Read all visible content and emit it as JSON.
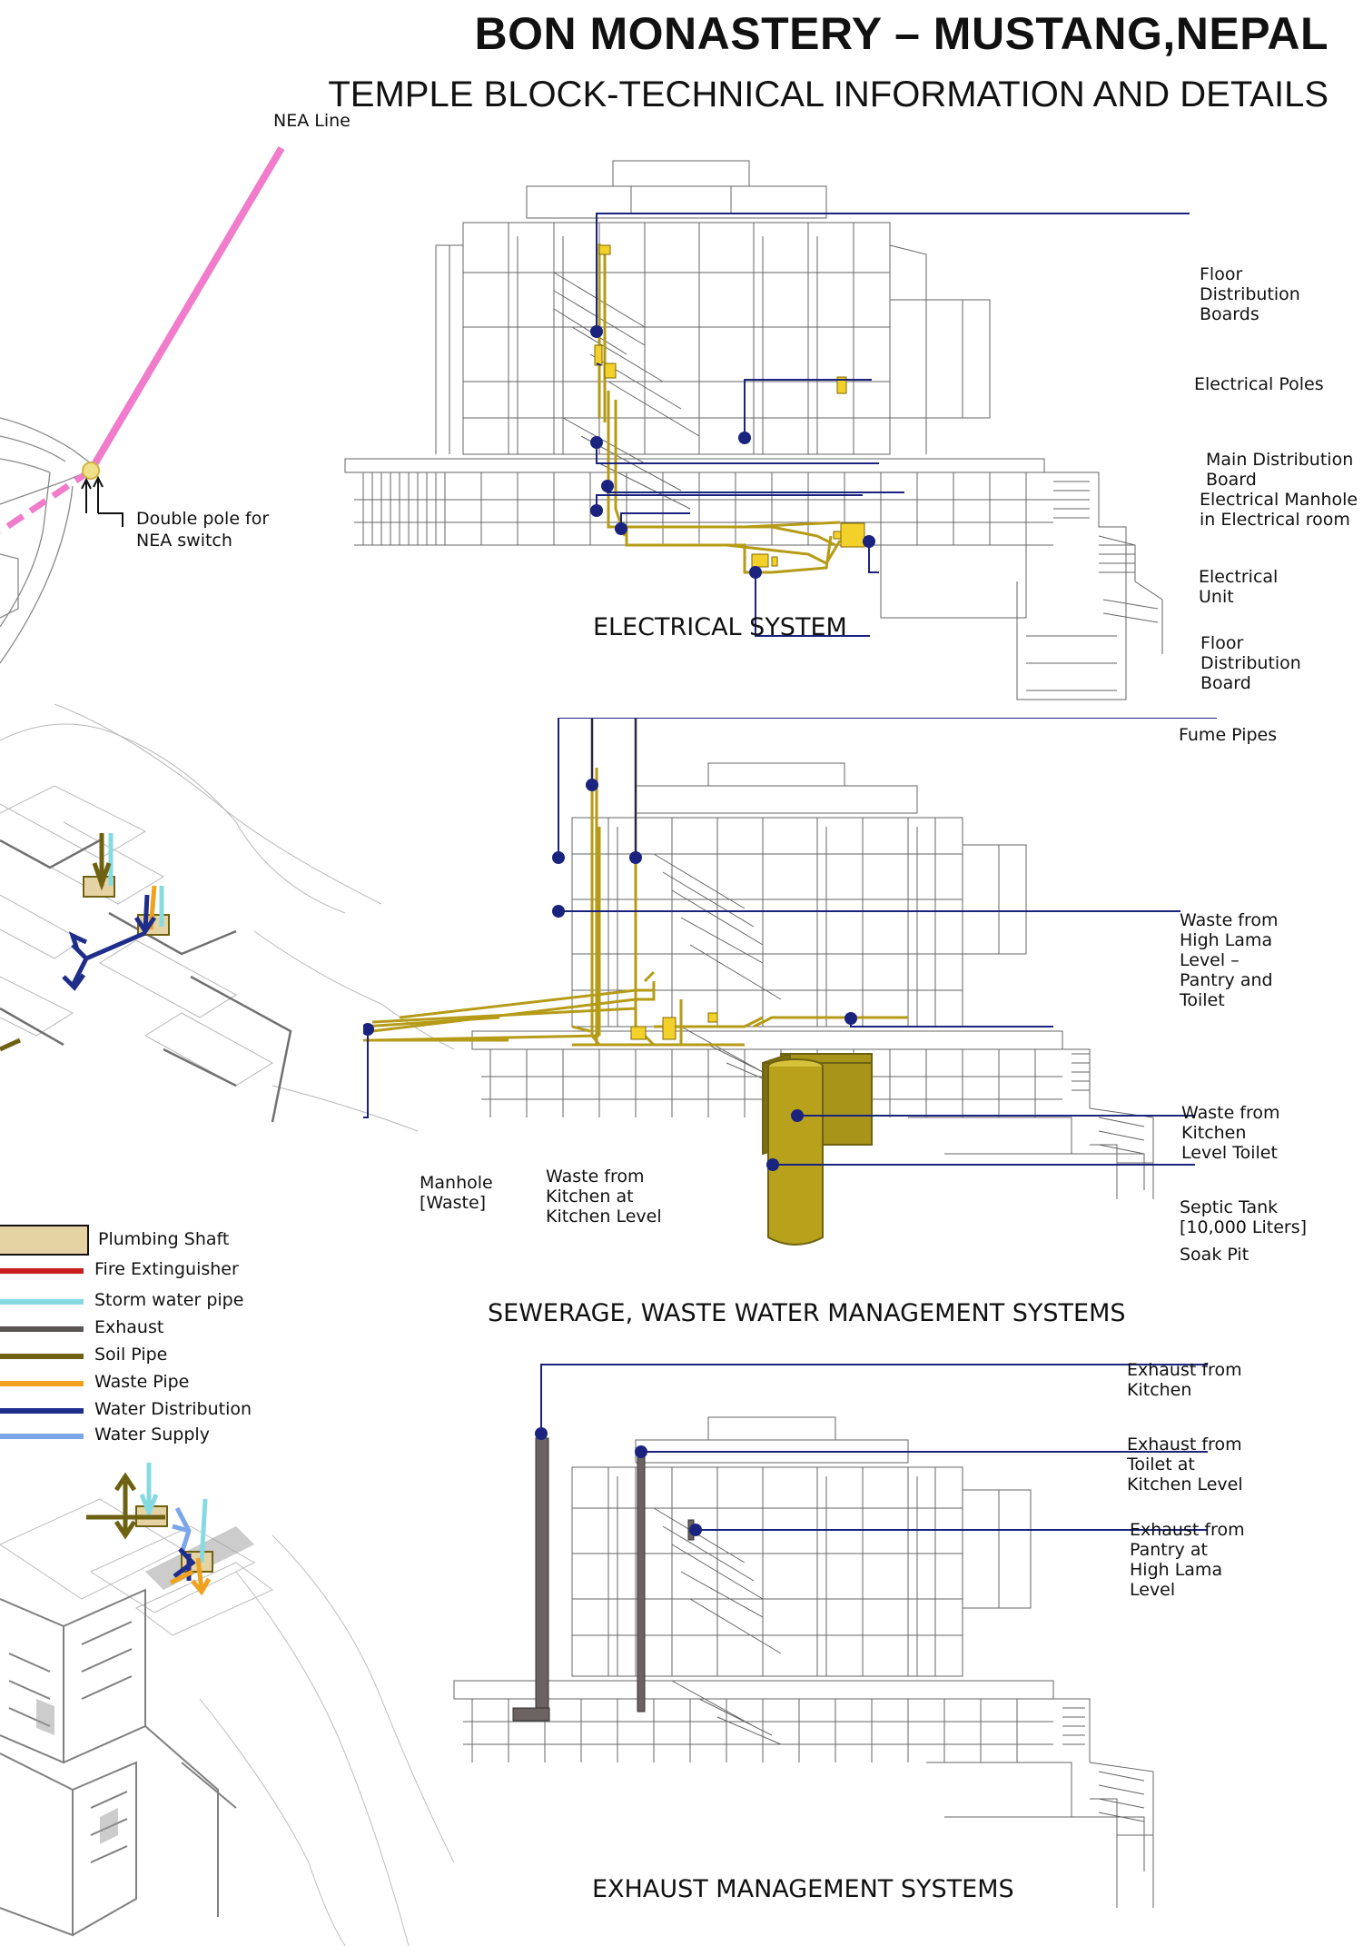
{
  "header": {
    "title": "BON MONASTERY – MUSTANG,NEPAL",
    "subtitle": "TEMPLE BLOCK-TECHNICAL INFORMATION AND DETAILS"
  },
  "site_plan": {
    "nea_line": "NEA Line",
    "double_pole_line1": "Double pole for",
    "double_pole_line2": "NEA switch"
  },
  "electrical": {
    "caption": "ELECTRICAL SYSTEM",
    "callouts": [
      [
        "Floor",
        "Distribution",
        "Boards"
      ],
      [
        "Electrical Poles"
      ],
      [
        "Main Distribution",
        "Board"
      ],
      [
        "Electrical Manhole",
        "in Electrical room"
      ],
      [
        "Electrical",
        "Unit"
      ],
      [
        "Floor",
        "Distribution",
        "Board"
      ]
    ]
  },
  "sewerage": {
    "caption": "SEWERAGE, WASTE WATER MANAGEMENT SYSTEMS",
    "callouts": [
      [
        "Fume Pipes"
      ],
      [
        "Waste from",
        "High Lama",
        "Level –",
        "Pantry and",
        "Toilet"
      ],
      [
        "Waste from",
        "Kitchen",
        "Level Toilet"
      ],
      [
        "Septic Tank",
        "[10,000 Liters]"
      ],
      [
        "Soak Pit"
      ],
      [
        "Manhole",
        "[Waste]"
      ],
      [
        "Waste from",
        "Kitchen at",
        "Kitchen Level"
      ]
    ]
  },
  "exhaust": {
    "caption": "EXHAUST MANAGEMENT SYSTEMS",
    "callouts": [
      [
        "Exhaust from",
        "Kitchen"
      ],
      [
        "Exhaust from",
        "Toilet at",
        "Kitchen Level"
      ],
      [
        "Exhaust from",
        "Pantry at",
        "High Lama",
        "Level"
      ]
    ]
  },
  "legend": {
    "plumbing_shaft": "Plumbing Shaft",
    "plumbing_shaft_color": "#e6d3a3",
    "items": [
      {
        "label": "Fire Extinguisher",
        "color": "#c81e1e"
      },
      {
        "label": "Storm water pipe",
        "color": "#86dbe3"
      },
      {
        "label": "Exhaust",
        "color": "#5b5454"
      },
      {
        "label": "Soil Pipe",
        "color": "#6e6212"
      },
      {
        "label": "Waste Pipe",
        "color": "#f0a21e"
      },
      {
        "label": "Water Distribution",
        "color": "#1f2e8a"
      },
      {
        "label": "Water Supply",
        "color": "#7ba6ea"
      }
    ]
  },
  "colors": {
    "callout_line": "#1a237e",
    "callout_dot": "#1a237e",
    "pipe": "#b59b16",
    "nea_line": "#f07ccb",
    "exhaust_stack": "#6b6262"
  }
}
